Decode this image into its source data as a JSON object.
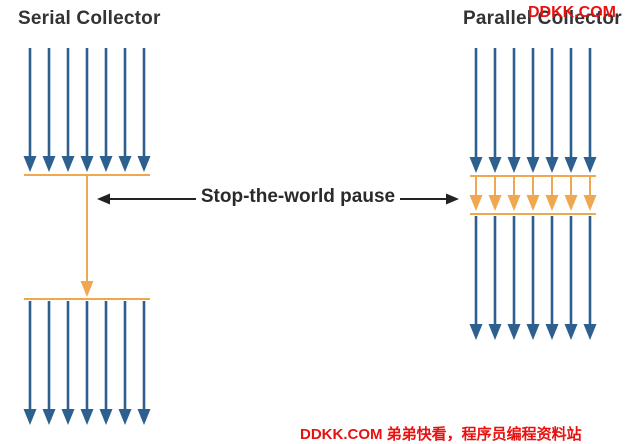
{
  "serial": {
    "title": "Serial Collector"
  },
  "parallel": {
    "title": "Parallel Collector"
  },
  "pause": {
    "label": "Stop-the-world pause"
  },
  "watermark": {
    "top": "DDKK.COM",
    "bottom": "DDKK.COM 弟弟快看，程序员编程资料站"
  },
  "colors": {
    "thread_blue": "#2d5f8f",
    "gc_orange": "#f0a850",
    "pause_arrow": "#222222",
    "watermark_red": "#e8110f"
  }
}
